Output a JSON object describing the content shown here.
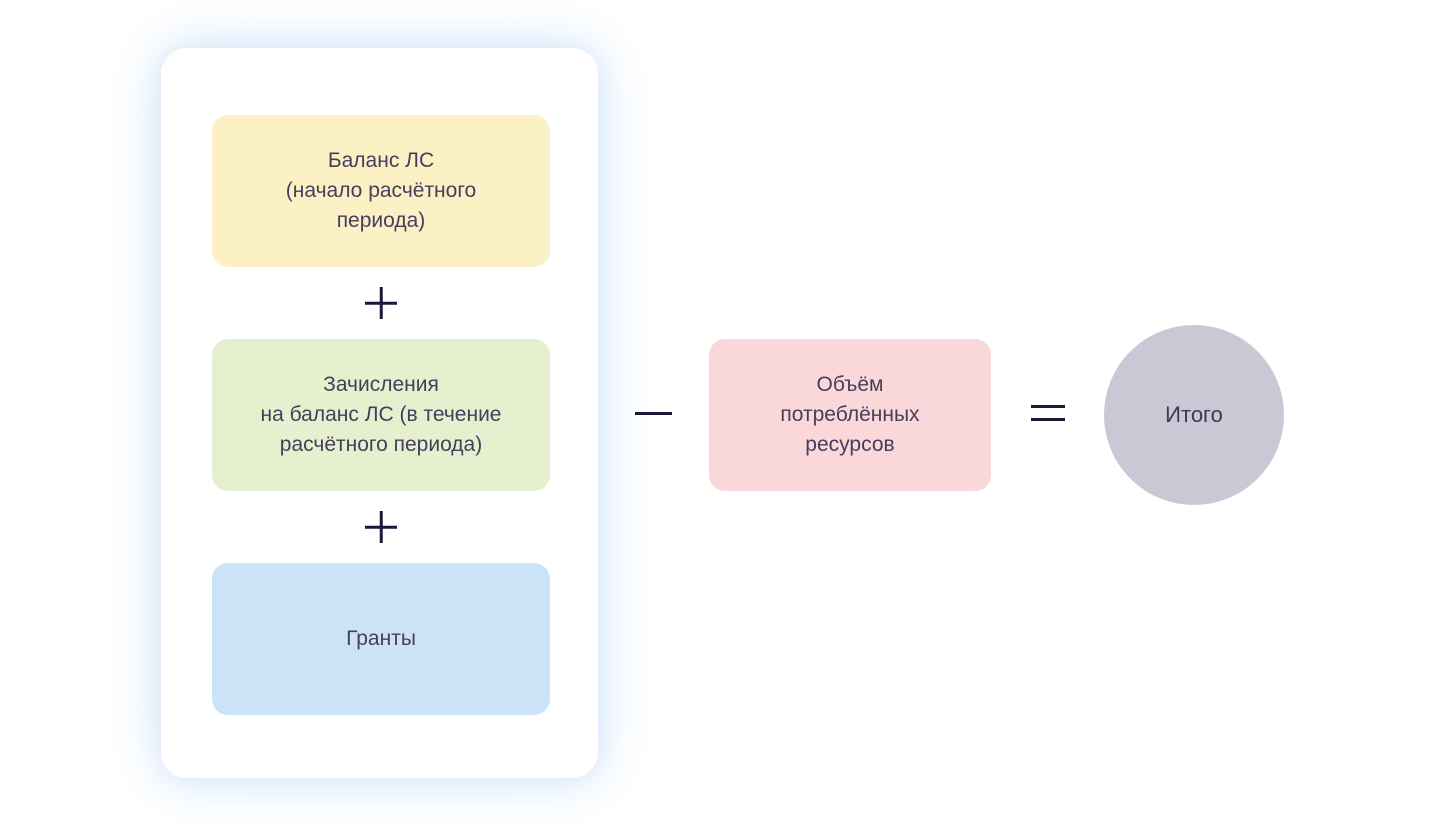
{
  "diagram": {
    "card": {
      "bg_color": "#FFFFFF",
      "glow_color": "#96C5F6",
      "terms": [
        {
          "label": "Баланс ЛС\n(начало расчётного\nпериода)",
          "bg_color": "#FBF1C5"
        },
        {
          "label": "Зачисления\nна баланс ЛС (в течение\nрасчётного периода)",
          "bg_color": "#E6F0CF"
        },
        {
          "label": "Гранты",
          "bg_color": "#CBE2F7"
        }
      ]
    },
    "operators": {
      "plus_1": "+",
      "plus_2": "+",
      "minus": "−",
      "equals": "="
    },
    "subtrahend": {
      "label": "Объём\nпотреблённых\nресурсов",
      "bg_color": "#FAD8D9"
    },
    "result": {
      "label": "Итого",
      "bg_color": "#C9C8D5"
    },
    "text_color": "#453E5C",
    "operator_color": "#1D1838"
  }
}
